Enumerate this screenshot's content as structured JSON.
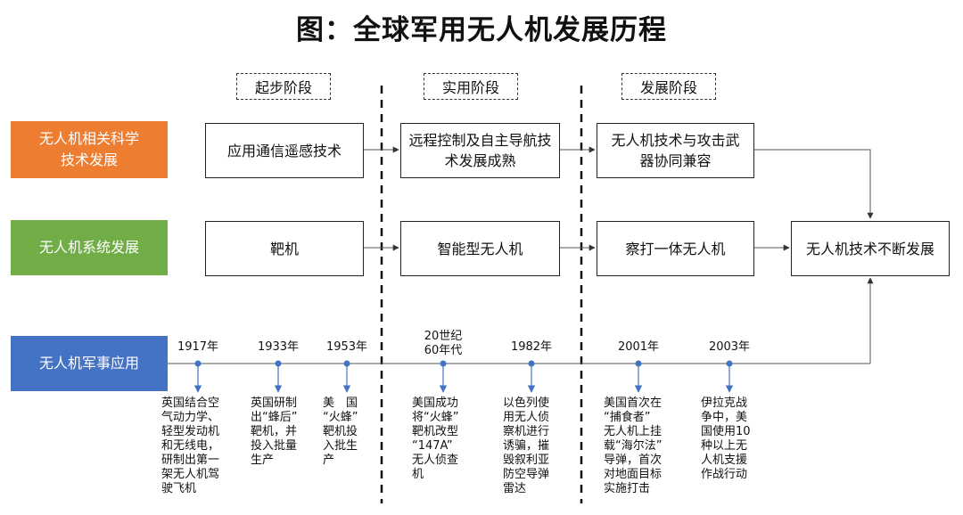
{
  "title": "图：全球军用无人机发展历程",
  "stages": [
    "起步阶段",
    "实用阶段",
    "发展阶段"
  ],
  "rows": [
    {
      "label": "无人机相关科学技术发展",
      "color": "#ED7D31",
      "boxes": [
        "应用通信遥感技术",
        "远程控制及自主导航技术发展成熟",
        "无人机技术与攻击武器协同兼容"
      ]
    },
    {
      "label": "无人机系统发展",
      "color": "#70AD47",
      "boxes": [
        "靶机",
        "智能型无人机",
        "察打一体无人机"
      ]
    },
    {
      "label": "无人机军事应用",
      "color": "#4472C4"
    }
  ],
  "final_box": "无人机技术不断发展",
  "timeline": [
    {
      "year": "1917年",
      "desc": [
        "英国结合空",
        "气动力学、",
        "轻型发动机",
        "和无线电，",
        "研制出第一",
        "架无人机驾",
        "驶飞机"
      ]
    },
    {
      "year": "1933年",
      "desc": [
        "英国研制",
        "出“蜂后”",
        "靶机，并",
        "投入批量",
        "生产"
      ]
    },
    {
      "year": "1953年",
      "desc": [
        "美　国",
        "“火蜂”",
        "靶机投",
        "入批生",
        "产"
      ]
    },
    {
      "year": "20世纪\n60年代",
      "desc": [
        "美国成功",
        "将“火蜂”",
        "靶机改型",
        "“147A”",
        "无人侦查",
        "机"
      ]
    },
    {
      "year": "1982年",
      "desc": [
        "以色列使",
        "用无人侦",
        "察机进行",
        "诱骗，摧",
        "毁叙利亚",
        "防空导弹",
        "雷达"
      ]
    },
    {
      "year": "2001年",
      "desc": [
        "美国首次在",
        "“捕食者”",
        "无人机上挂",
        "载“海尔法”",
        "导弹，首次",
        "对地面目标",
        "实施打击"
      ]
    },
    {
      "year": "2003年",
      "desc": [
        "伊拉克战",
        "争中，美",
        "国使用10",
        "种以上无",
        "人机支援",
        "作战行动"
      ]
    }
  ]
}
